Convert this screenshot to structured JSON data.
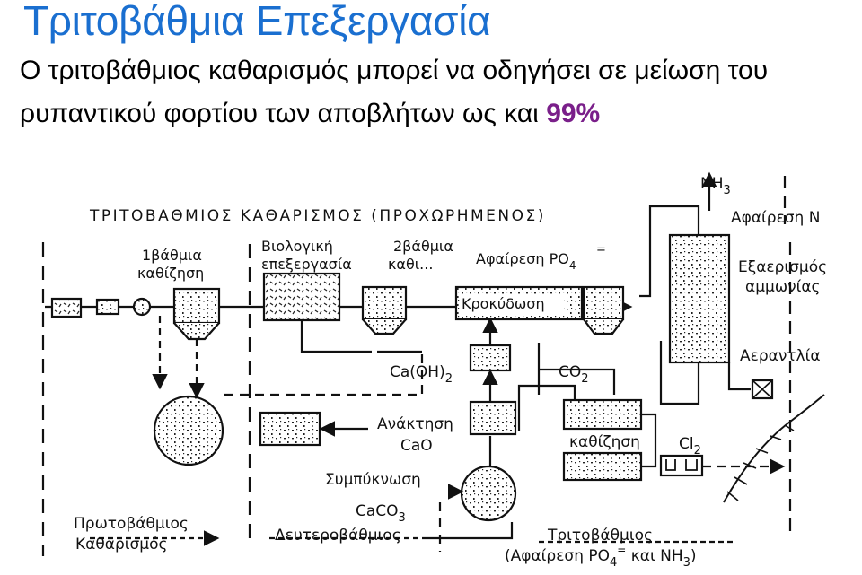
{
  "slide": {
    "title": "Τριτοβάθμια Επεξεργασία",
    "line1": "Ο τριτοβάθμιος καθαρισμός μπορεί να οδηγήσει σε μείωση του",
    "line2_text": "ρυπαντικού φορτίου των αποβλήτων ως και ",
    "line2_highlight": "99%"
  },
  "diagram": {
    "heading": "ΤΡΙΤΟΒΑΘΜΙΟΣ ΚΑΘΑΡΙΣΜΟΣ (ΠΡΟΧΩΡΗΜΕΝΟΣ)",
    "primary_settling_1": "1βάθμια",
    "primary_settling_2": "καθίζηση",
    "biological_1": "Βιολογική",
    "biological_2": "επεξεργασία",
    "secondary_settling_1": "2βάθμια",
    "secondary_settling_2": "καθι...",
    "phosphate_removal": "Αφαίρεση PO",
    "phosphate_sub": "4",
    "phosphate_sup": "=",
    "flocculation": "Κροκύδωση",
    "lime_main": "Ca(OH)",
    "lime_sub": "2",
    "co2_main": "CO",
    "co2_sub": "2",
    "recovery": "Ανάκτηση",
    "cao": "CaO",
    "condensation": "Συμπύκνωση",
    "caco3_main": "CaCO",
    "caco3_sub": "3",
    "settling": "καθίζηση",
    "chlorine_main": "Cl",
    "chlorine_sub": "2",
    "nh3_main": "NH",
    "nh3_sub": "3",
    "n_removal": "Αφαίρεση N",
    "ammonia_strip_1": "Εξαερισμός",
    "ammonia_strip_2": "αμμωνίας",
    "air_pump": "Αεραντλία",
    "stage_primary_1": "Πρωτοβάθμιος",
    "stage_primary_2": "Καθαρισμός",
    "stage_secondary": "Δευτεροβάθμιος",
    "stage_tertiary_1": "Τριτοβάθμιος",
    "stage_tertiary_2": "(Αφαίρεση PO",
    "stage_tertiary_sub": "4",
    "stage_tertiary_sup": "=",
    "stage_tertiary_3": " και NH",
    "stage_tertiary_sub2": "3",
    "stage_tertiary_4": ")"
  }
}
